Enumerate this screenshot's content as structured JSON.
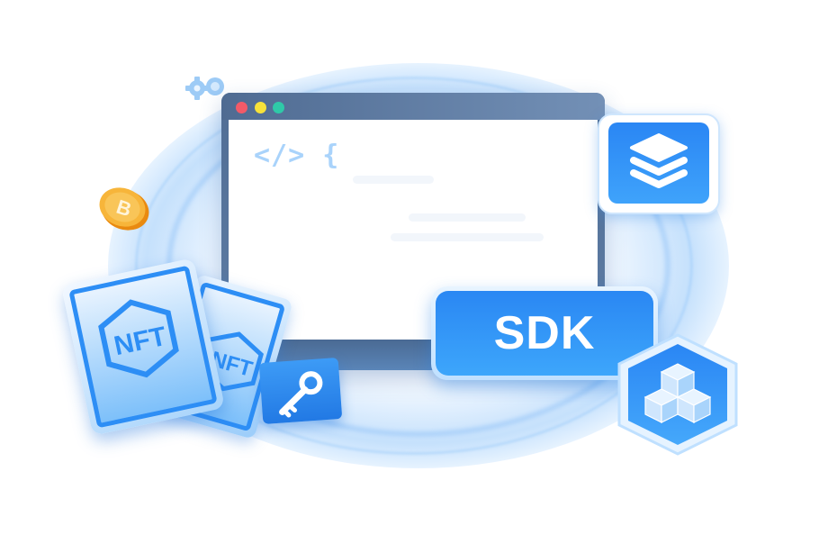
{
  "illustration": {
    "subject": "Web3 developer SDK hero illustration",
    "browser_window": {
      "traffic_lights": [
        {
          "name": "close",
          "color": "#f25a68"
        },
        {
          "name": "minimize",
          "color": "#f7e23a"
        },
        {
          "name": "maximize",
          "color": "#2fc9a8"
        }
      ],
      "code_glyph": "</> {"
    },
    "sdk_badge": {
      "label": "SDK",
      "color": "#2a87f3"
    },
    "nft_cards": [
      {
        "label": "NFT"
      },
      {
        "label": "NFT"
      }
    ],
    "icons": [
      "gear-icon",
      "bitcoin-coin-icon",
      "layers-icon",
      "cubes-icon",
      "key-icon"
    ],
    "colors": {
      "primary_blue": "#2a87f3",
      "light_blue": "#a9d3fb",
      "window_frame": "#506d94",
      "coin_orange": "#f5a623"
    }
  }
}
